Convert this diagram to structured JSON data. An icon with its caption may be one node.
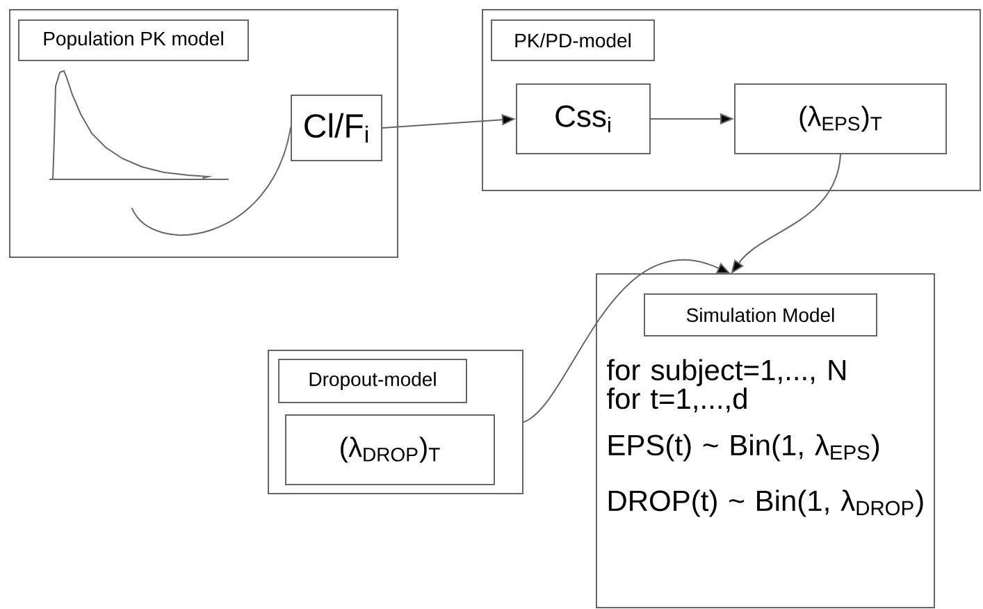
{
  "diagram": {
    "nodes": [
      {
        "text": [
          "Population PK model"
        ]
      },
      {
        "text": [],
        "shape": "picture",
        "in": 0
      },
      {
        "text": [
          "Cl/F$_{i}$"
        ],
        "in": 0
      },
      {
        "text": [
          "PK/PD-model"
        ]
      },
      {
        "text": [
          "Css$_{i}$"
        ],
        "in": 3
      },
      {
        "text": [
          "(λ$_{EPS}$)$_{T}$"
        ],
        "in": 3
      },
      {
        "text": [
          "Simulation Model",
          "for subject=1,..., N for t=1,...,d",
          "EPS(t) ~ Bin(1, λ$_{EPS}$)",
          "DROP(t) ~ Bin(1, λ$_{DROP}$)"
        ]
      },
      {
        "text": [
          "Dropout-model"
        ]
      },
      {
        "text": [
          "(λ$_{DROP}$)$_{T}$"
        ],
        "in": 7
      }
    ],
    "edges": [
      {
        "from": 1,
        "to": 2,
        "arrow": "none"
      },
      {
        "from": 2,
        "to": 4,
        "arrow": "to"
      },
      {
        "from": 4,
        "to": 5,
        "arrow": "to"
      },
      {
        "from": 5,
        "to": 6,
        "arrow": "to"
      },
      {
        "from": 7,
        "to": 6,
        "arrow": "to"
      }
    ]
  }
}
